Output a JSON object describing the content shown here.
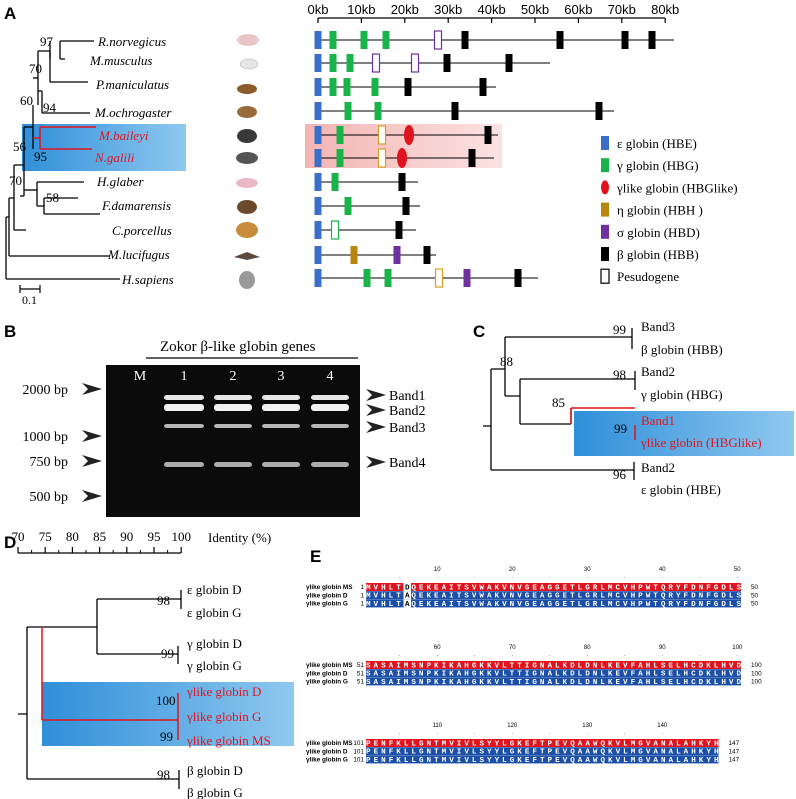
{
  "panels": {
    "a": "A",
    "b": "B",
    "c": "C",
    "d": "D",
    "e": "E"
  },
  "panel_a": {
    "scale_ticks": [
      "0kb",
      "10kb",
      "20kb",
      "30kb",
      "40kb",
      "50kb",
      "60kb",
      "70kb",
      "80kb"
    ],
    "species": [
      {
        "name": "R.norvegicus",
        "highlight": false
      },
      {
        "name": "M.musculus",
        "highlight": false
      },
      {
        "name": "P.maniculatus",
        "highlight": false
      },
      {
        "name": "M.ochrogaster",
        "highlight": false
      },
      {
        "name": "M.baileyi",
        "highlight": true
      },
      {
        "name": "N.galili",
        "highlight": true
      },
      {
        "name": "H.glaber",
        "highlight": false
      },
      {
        "name": "F.damarensis",
        "highlight": false
      },
      {
        "name": "C.porcellus",
        "highlight": false
      },
      {
        "name": "M.lucifugus",
        "highlight": false
      },
      {
        "name": "H.sapiens",
        "highlight": false
      }
    ],
    "bootstrap": [
      "97",
      "70",
      "60",
      "94",
      "56",
      "95",
      "70",
      "58"
    ],
    "scalebar": "0.1",
    "legend": [
      {
        "label": "ε globin (HBE)",
        "color": "#3a6fc9",
        "shape": "rect"
      },
      {
        "label": "γ globin (HBG)",
        "color": "#1ab34a",
        "shape": "rect"
      },
      {
        "label": "γlike globin (HBGlike)",
        "color": "#e0141e",
        "shape": "ellipse"
      },
      {
        "label": "η globin (HBH )",
        "color": "#b8860b",
        "shape": "rect"
      },
      {
        "label": "σ globin (HBD)",
        "color": "#7030a0",
        "shape": "rect"
      },
      {
        "label": "β globin (HBB)",
        "color": "#000000",
        "shape": "rect"
      },
      {
        "label": "Pesudogene",
        "color": "#ffffff",
        "shape": "rect-outline"
      }
    ]
  },
  "panel_b": {
    "title": "Zokor β-like globin genes",
    "lanes": [
      "M",
      "1",
      "2",
      "3",
      "4"
    ],
    "markers": [
      "2000 bp",
      "1000 bp",
      "750 bp",
      "500 bp"
    ],
    "bands": [
      "Band1",
      "Band2",
      "Band3",
      "Band4"
    ]
  },
  "panel_c": {
    "bootstrap": [
      "99",
      "88",
      "98",
      "85",
      "99",
      "96"
    ],
    "leaves": [
      {
        "band": "Band3",
        "gene": "β globin (HBB)",
        "red": false
      },
      {
        "band": "Band2",
        "gene": "γ globin (HBG)",
        "red": false
      },
      {
        "band": "Band1",
        "gene": "γlike globin (HBGlike)",
        "red": true
      },
      {
        "band": "Band2",
        "gene": "ε globin (HBE)",
        "red": false
      }
    ]
  },
  "panel_d": {
    "axis_ticks": [
      "70",
      "75",
      "80",
      "85",
      "90",
      "95",
      "100"
    ],
    "axis_label": "Identity (%)",
    "bootstrap": [
      "98",
      "99",
      "100",
      "99",
      "98"
    ],
    "leaves": [
      {
        "label": "ε globin D",
        "red": false
      },
      {
        "label": "ε globin G",
        "red": false
      },
      {
        "label": "γ globin D",
        "red": false
      },
      {
        "label": "γ globin G",
        "red": false
      },
      {
        "label": "γlike globin D",
        "red": true
      },
      {
        "label": "γlike globin G",
        "red": true
      },
      {
        "label": "γlike globin MS",
        "red": true
      },
      {
        "label": "β globin D",
        "red": false
      },
      {
        "label": "β globin G",
        "red": false
      }
    ]
  },
  "panel_e": {
    "blocks": [
      {
        "ruler": [
          "10",
          "20",
          "30",
          "40",
          "50"
        ],
        "rows": [
          {
            "label": "γlike globin MS",
            "start": "1",
            "seq": "MVHLTDQEKEAITSVWAKVNVGEAGGETLGRLMCVHPWTQRYFDNFGDLS",
            "end": "50"
          },
          {
            "label": "γlike globin  D",
            "start": "1",
            "seq": "MVHLTAQEKEAITSVWAKVNVGEAGGETLGRLMCVHPWTQRYFDNFGDLS",
            "end": "50"
          },
          {
            "label": "γlike globin  G",
            "start": "1",
            "seq": "MVHLTAQEKEAITSVWAKVNVGEAGGETLGRLMCVHPWTQRYFDNFGDLS",
            "end": "50"
          }
        ]
      },
      {
        "ruler": [
          "60",
          "70",
          "80",
          "90",
          "100"
        ],
        "rows": [
          {
            "label": "γlike globin MS",
            "start": "51",
            "seq": "SASAIMSNPKIKAHGKKVLTTIGNALKDLDNLKEVFAHLSELHCDKLHVD",
            "end": "100"
          },
          {
            "label": "γlike globin  D",
            "start": "51",
            "seq": "SASAIMSNPKIKAHGKKVLTTIGNALKDLDNLKEVFAHLSELHCDKLHVD",
            "end": "100"
          },
          {
            "label": "γlike globin  G",
            "start": "51",
            "seq": "SASAIMSNPKIKAHGKKVLTTIGNALKDLDNLKEVFAHLSELHCDKLHVD",
            "end": "100"
          }
        ]
      },
      {
        "ruler": [
          "110",
          "120",
          "130",
          "140"
        ],
        "rows": [
          {
            "label": "γlike globin MS",
            "start": "101",
            "seq": "PENFKLLGNTMVIVLSYYLGKEFTPEVQAAWQKVLMGVANALAHKYH",
            "end": "147"
          },
          {
            "label": "γlike globin  D",
            "start": "101",
            "seq": "PENFKLLGNTMVIVLSYYLGKEFTPEVQAAWQKVLMGVANALAHKYH",
            "end": "147"
          },
          {
            "label": "γlike globin  G",
            "start": "101",
            "seq": "PENFKLLGNTMVIVLSYYLGKEFTPEVQAAWQKVLMGVANALAHKYH",
            "end": "147"
          }
        ]
      }
    ]
  }
}
